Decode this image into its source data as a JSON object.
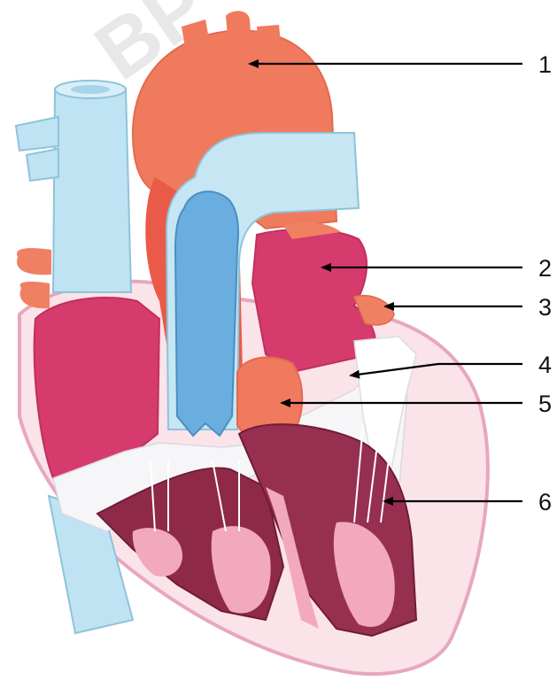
{
  "watermark": {
    "text": "BP"
  },
  "callouts": [
    {
      "label": "1"
    },
    {
      "label": "2"
    },
    {
      "label": "3"
    },
    {
      "label": "4"
    },
    {
      "label": "5"
    },
    {
      "label": "6"
    }
  ],
  "colors": {
    "aorta": "#f07a5e",
    "vena_cava": "#bfe3f2",
    "pulmonary_artery": "#6aaee0",
    "atrium": "#d63b6e",
    "ventricle_wall": "#f6c9d7",
    "ventricle_muscle": "#8e2a48",
    "pulmonary_vein": "#f08062",
    "background": "#ffffff"
  }
}
